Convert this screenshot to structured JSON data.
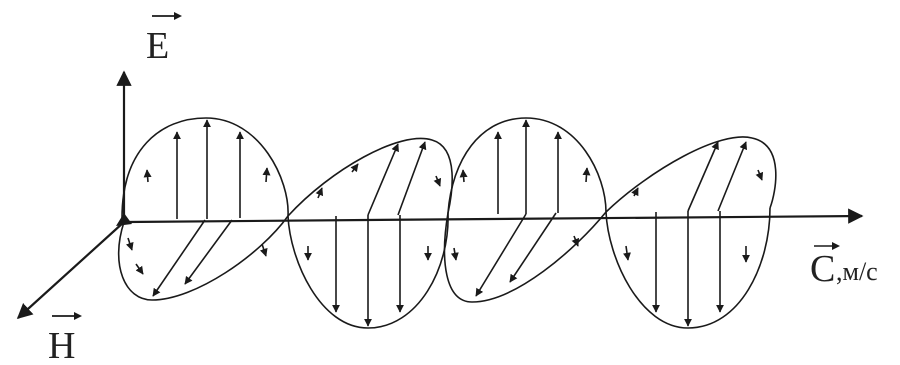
{
  "labels": {
    "e_vector": "E",
    "h_vector": "H",
    "c_vector": "C",
    "c_unit": ",м/с"
  },
  "colors": {
    "ink": "#1a1a1a",
    "background": "#ffffff"
  }
}
